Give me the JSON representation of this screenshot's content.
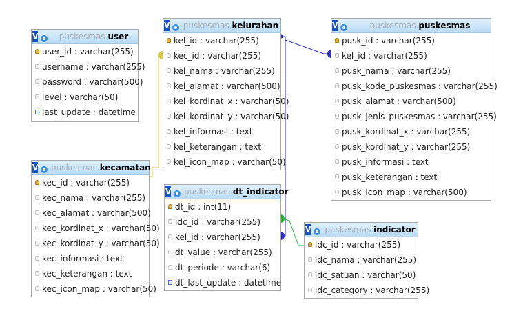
{
  "tables": [
    {
      "id": "user",
      "db": "puskesmas.",
      "name": "user",
      "fields": [
        {
          "label": "user_id : varchar(255)",
          "icon": "key-icon"
        },
        {
          "label": "username : varchar(255)",
          "icon": "column-icon"
        },
        {
          "label": "password : varchar(500)",
          "icon": "column-icon"
        },
        {
          "label": "level : varchar(50)",
          "icon": "column-icon"
        },
        {
          "label": "last_update : datetime",
          "icon": "datetime-icon"
        }
      ]
    },
    {
      "id": "kelurahan",
      "db": "puskesmas.",
      "name": "kelurahan",
      "fields": [
        {
          "label": "kel_id : varchar(255)",
          "icon": "key-icon"
        },
        {
          "label": "kec_id : varchar(255)",
          "icon": "column-icon"
        },
        {
          "label": "kel_nama : varchar(255)",
          "icon": "column-icon"
        },
        {
          "label": "kel_alamat : varchar(500)",
          "icon": "column-icon"
        },
        {
          "label": "kel_kordinat_x : varchar(50)",
          "icon": "column-icon"
        },
        {
          "label": "kel_kordinat_y : varchar(50)",
          "icon": "column-icon"
        },
        {
          "label": "kel_informasi : text",
          "icon": "column-icon"
        },
        {
          "label": "kel_keterangan : text",
          "icon": "column-icon"
        },
        {
          "label": "kel_icon_map : varchar(50)",
          "icon": "column-icon"
        }
      ]
    },
    {
      "id": "puskesmas",
      "db": "puskesmas.",
      "name": "puskesmas",
      "fields": [
        {
          "label": "pusk_id : varchar(255)",
          "icon": "key-icon"
        },
        {
          "label": "kel_id : varchar(255)",
          "icon": "column-icon"
        },
        {
          "label": "pusk_nama : varchar(255)",
          "icon": "column-icon"
        },
        {
          "label": "pusk_kode_puskesmas : varchar(255)",
          "icon": "column-icon"
        },
        {
          "label": "pusk_alamat : varchar(500)",
          "icon": "column-icon"
        },
        {
          "label": "pusk_jenis_puskesmas : varchar(255)",
          "icon": "column-icon"
        },
        {
          "label": "pusk_kordinat_x : varchar(255)",
          "icon": "column-icon"
        },
        {
          "label": "pusk_kordinat_y : varchar(255)",
          "icon": "column-icon"
        },
        {
          "label": "pusk_informasi : text",
          "icon": "column-icon"
        },
        {
          "label": "pusk_keterangan : text",
          "icon": "column-icon"
        },
        {
          "label": "pusk_icon_map : varchar(500)",
          "icon": "column-icon"
        }
      ]
    },
    {
      "id": "kecamatan",
      "db": "puskesmas.",
      "name": "kecamatan",
      "fields": [
        {
          "label": "kec_id : varchar(255)",
          "icon": "key-icon"
        },
        {
          "label": "kec_nama : varchar(255)",
          "icon": "column-icon"
        },
        {
          "label": "kec_alamat : varchar(500)",
          "icon": "column-icon"
        },
        {
          "label": "kec_kordinat_x : varchar(50)",
          "icon": "column-icon"
        },
        {
          "label": "kec_kordinat_y : varchar(50)",
          "icon": "column-icon"
        },
        {
          "label": "kec_informasi : text",
          "icon": "column-icon"
        },
        {
          "label": "kec_keterangan : text",
          "icon": "column-icon"
        },
        {
          "label": "kec_icon_map : varchar(50)",
          "icon": "column-icon"
        }
      ]
    },
    {
      "id": "dt_indicator",
      "db": "puskesmas.",
      "name": "dt_indicator",
      "fields": [
        {
          "label": "dt_id : int(11)",
          "icon": "key-icon"
        },
        {
          "label": "idc_id : varchar(255)",
          "icon": "column-icon"
        },
        {
          "label": "kel_id : varchar(255)",
          "icon": "column-icon"
        },
        {
          "label": "dt_value : varchar(255)",
          "icon": "column-icon"
        },
        {
          "label": "dt_periode : varchar(6)",
          "icon": "column-icon"
        },
        {
          "label": "dt_last_update : datetime",
          "icon": "datetime-icon"
        }
      ]
    },
    {
      "id": "indicator",
      "db": "puskesmas.",
      "name": "indicator",
      "fields": [
        {
          "label": "idc_id : varchar(255)",
          "icon": "key-icon"
        },
        {
          "label": "idc_nama : varchar(255)",
          "icon": "column-icon"
        },
        {
          "label": "idc_satuan : varchar(50)",
          "icon": "column-icon"
        },
        {
          "label": "idc_category : varchar(255)",
          "icon": "column-icon"
        }
      ]
    }
  ],
  "relations": [
    {
      "from": "kecamatan.kec_id",
      "to": "kelurahan.kec_id",
      "color": "#d4cc3a"
    },
    {
      "from": "kelurahan.kel_id",
      "to": "puskesmas.kel_id",
      "color": "#2a2ad0"
    },
    {
      "from": "kelurahan.kel_id",
      "to": "dt_indicator.kel_id",
      "color": "#2a2ad0"
    },
    {
      "from": "indicator.idc_id",
      "to": "dt_indicator.idc_id",
      "color": "#22b53a"
    }
  ],
  "header_toggle_label": "V"
}
